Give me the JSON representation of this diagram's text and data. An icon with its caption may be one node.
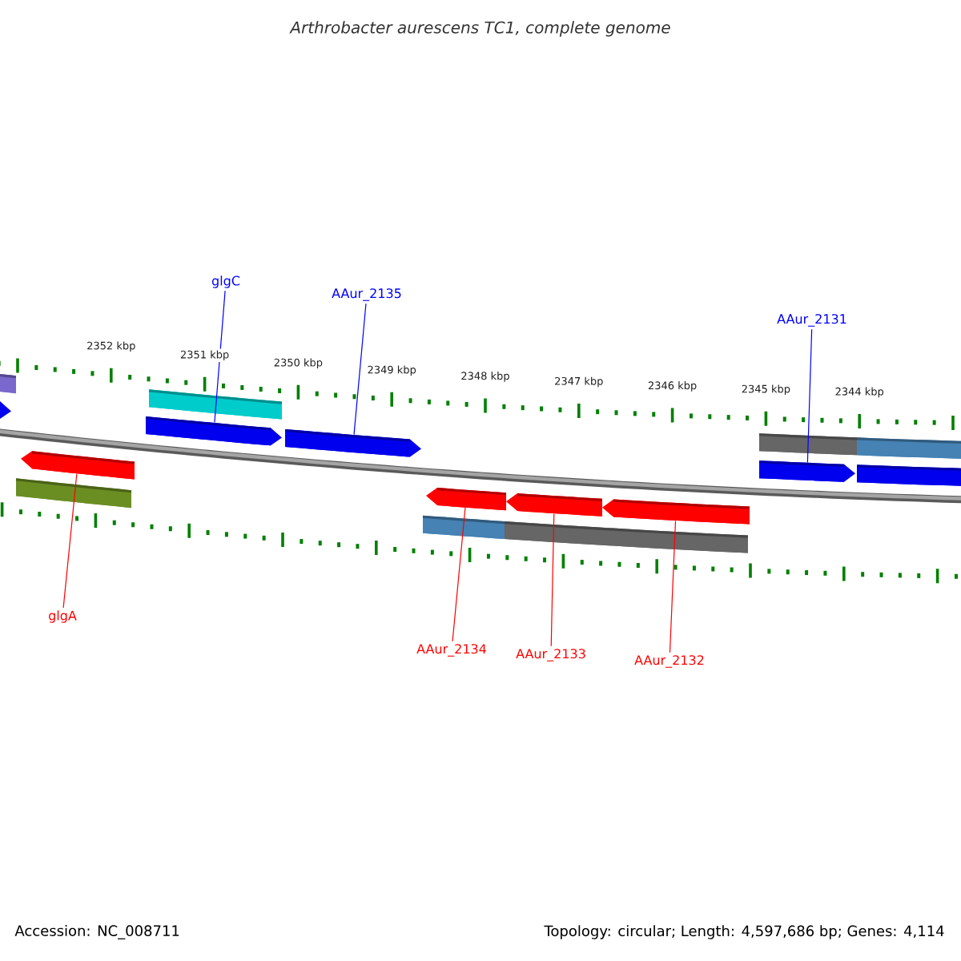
{
  "diagram": {
    "title": "Arthrobacter aurescens TC1, complete genome",
    "nodes": [
      {
        "text": [
          "glgC"
        ]
      },
      {
        "text": [
          "AAur_2135"
        ]
      },
      {
        "text": [
          "AAur_2131"
        ]
      },
      {
        "text": [
          "glgA"
        ]
      },
      {
        "text": [
          "AAur_2134"
        ]
      },
      {
        "text": [
          "AAur_2133"
        ]
      },
      {
        "text": [
          "AAur_2132"
        ]
      },
      {
        "text": [],
        "shape": "arrow"
      },
      {
        "text": [],
        "shape": "arrow"
      },
      {
        "text": [],
        "shape": "arrow"
      },
      {
        "text": [],
        "shape": "arrow"
      },
      {
        "text": [],
        "shape": "arrow"
      },
      {
        "text": [],
        "shape": "arrow"
      },
      {
        "text": [],
        "shape": "arrow"
      }
    ],
    "edges": [
      {
        "from": 0,
        "to": 8,
        "arrow": "none",
        "color": "#0000ff"
      },
      {
        "from": 1,
        "to": 9,
        "arrow": "none",
        "color": "#0000ff"
      },
      {
        "from": 2,
        "to": 13,
        "arrow": "none",
        "color": "#0000ff"
      },
      {
        "from": 3,
        "to": 7,
        "arrow": "none"
      },
      {
        "from": 4,
        "to": 10,
        "arrow": "none"
      },
      {
        "from": 5,
        "to": 11,
        "arrow": "none"
      },
      {
        "from": 6,
        "to": 12,
        "arrow": "none"
      }
    ],
    "labels": [
      "2352 kbp",
      "2351 kbp",
      "2350 kbp",
      "2349 kbp",
      "2348 kbp",
      "2347 kbp",
      "2346 kbp",
      "2345 kbp",
      "2344 kbp",
      "Accession: NC_008711",
      "Topology: circular; Length: 4,597,686 bp; Genes: 4,114"
    ]
  }
}
